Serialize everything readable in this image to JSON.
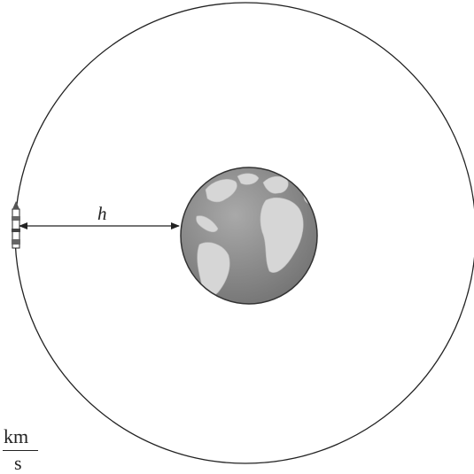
{
  "diagram": {
    "distance_label": "h",
    "unit": {
      "numerator": "km",
      "denominator": "s"
    }
  },
  "icons": {
    "planet": "earth-globe-icon",
    "spacecraft": "satellite-icon"
  },
  "colors": {
    "orbit": "#222222",
    "earth_ocean": "#8a8a8a",
    "earth_land": "#d6d6d6",
    "earth_outline": "#333333"
  }
}
